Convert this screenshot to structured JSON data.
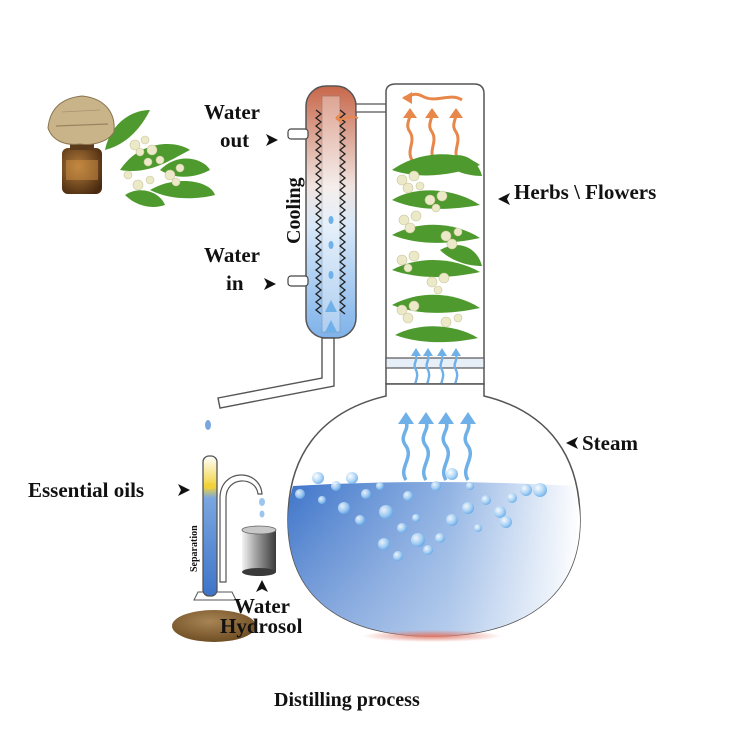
{
  "labels": {
    "water_out_line1": "Water",
    "water_out_line2": "out",
    "water_in_line1": "Water",
    "water_in_line2": "in",
    "cooling": "Cooling",
    "herbs_flowers": "Herbs \\ Flowers",
    "steam": "Steam",
    "essential_oils": "Essential oils",
    "separation": "Separation",
    "water": "Water",
    "hydrosol": "Hydrosol",
    "caption": "Distilling process"
  },
  "colors": {
    "water_blue": "#4a7fd0",
    "steam_blue": "#6fb0e8",
    "hot_vapor": "#e8874a",
    "cold_condenser": "#9cc6ee",
    "hot_condenser": "#c8674a",
    "heat_source": "#e07a6a",
    "essential_oil": "#f2d23a",
    "leaf_green": "#4e9a2e",
    "flower_cream": "#ece9c8",
    "stand_brown": "#7a5a2c"
  },
  "icons": {
    "label_pointer": "arrowhead-icon",
    "steam_flow": "wavy-arrow-icon",
    "oil_bottle": "essential-oil-bottle-icon",
    "plant": "herb-flower-icon"
  }
}
